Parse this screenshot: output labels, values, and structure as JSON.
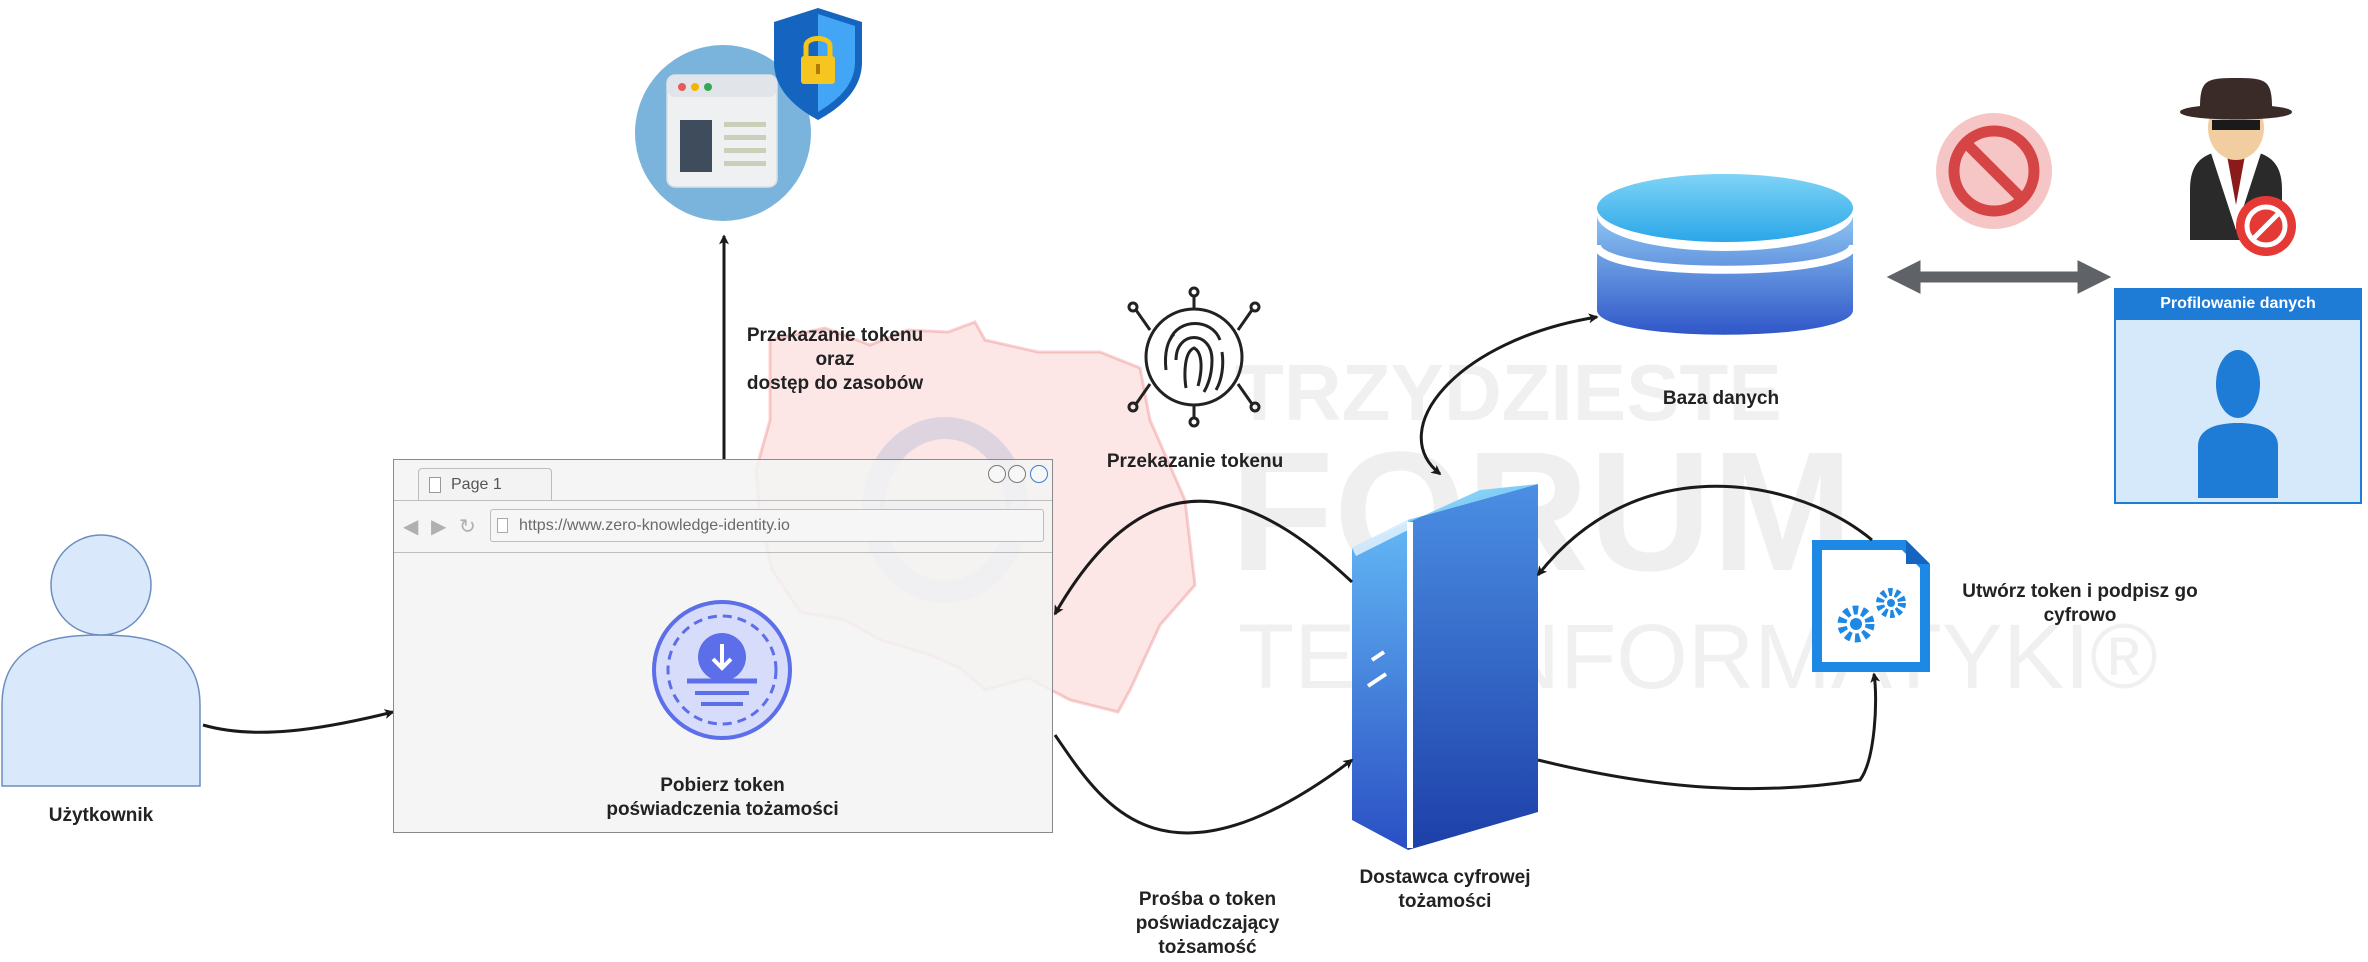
{
  "labels": {
    "user": "Użytkownik",
    "transfer_access": [
      "Przekazanie tokenu",
      "oraz",
      "dostęp do zasobów"
    ],
    "transfer_token": "Przekazanie tokenu",
    "database": "Baza danych",
    "profiling": "Profilowanie danych",
    "create_sign": [
      "Utwórz token i podpisz go",
      "cyfrowo"
    ],
    "provider": [
      "Dostawca cyfrowej",
      "tożamości"
    ],
    "request": [
      "Prośba o token",
      "poświadczający",
      "tożsamość"
    ],
    "download": [
      "Pobierz token",
      "poświadczenia tożamości"
    ]
  },
  "browser": {
    "tab_label": "Page 1",
    "url": "https://www.zero-knowledge-identity.io"
  },
  "watermark": {
    "line1": "TRZYDZIESTE",
    "line2": "FORUM",
    "line3": "TELEINFORMATYKI®"
  },
  "colors": {
    "arrow": "#1a1a1a",
    "accent_blue": "#1e7bd6",
    "user_fill": "#dae8fc",
    "user_stroke": "#6c8ebf",
    "block_red": "#d64545"
  }
}
